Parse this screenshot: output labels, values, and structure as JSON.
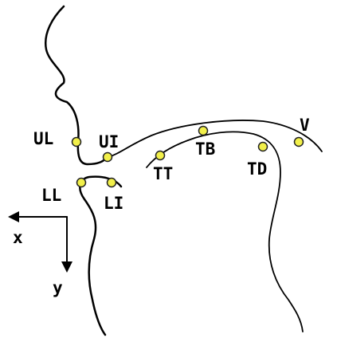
{
  "colors": {
    "background": "#ffffff",
    "outline": "#000000",
    "marker_fill": "#f2f04a",
    "marker_stroke": "#222222"
  },
  "markers": {
    "ul": "UL",
    "ui": "UI",
    "ll": "LL",
    "li": "LI",
    "tt": "TT",
    "tb": "TB",
    "td": "TD",
    "v": "V"
  },
  "axes": {
    "x_label": "x",
    "y_label": "y"
  }
}
